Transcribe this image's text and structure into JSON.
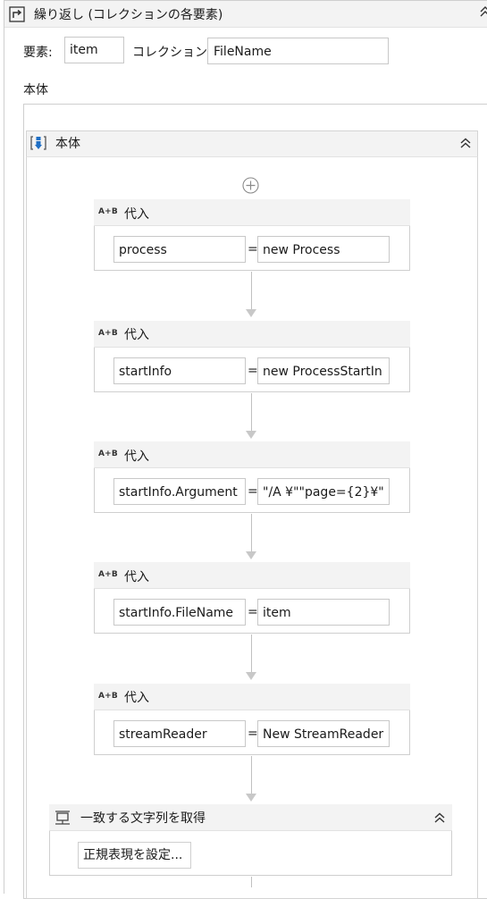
{
  "header": {
    "title": "繰り返し (コレクションの各要素)"
  },
  "fields": {
    "element_label": "要素:",
    "element_value": "item",
    "collection_label": "コレクション:",
    "collection_value": "FileName"
  },
  "body_label": "本体",
  "sequence": {
    "title": "本体"
  },
  "activities": [
    {
      "icon": "A+B",
      "title": "代入",
      "eq": "=",
      "to": "process",
      "value": "new Process"
    },
    {
      "icon": "A+B",
      "title": "代入",
      "eq": "=",
      "to": "startInfo",
      "value": "new ProcessStartIn"
    },
    {
      "icon": "A+B",
      "title": "代入",
      "eq": "=",
      "to": "startInfo.Argument",
      "value": "\"/A ¥\"\"page={2}¥\""
    },
    {
      "icon": "A+B",
      "title": "代入",
      "eq": "=",
      "to": "startInfo.FileName",
      "value": "item"
    },
    {
      "icon": "A+B",
      "title": "代入",
      "eq": "=",
      "to": "streamReader",
      "value": "New StreamReader"
    }
  ],
  "matches": {
    "title": "一致する文字列を取得",
    "button_label": "正規表現を設定..."
  },
  "colors": {
    "panel_header": "#f3f3f3",
    "border": "#cfcfcf",
    "icon_blue": "#1f6fc5",
    "arrow": "#c8c8c8"
  }
}
